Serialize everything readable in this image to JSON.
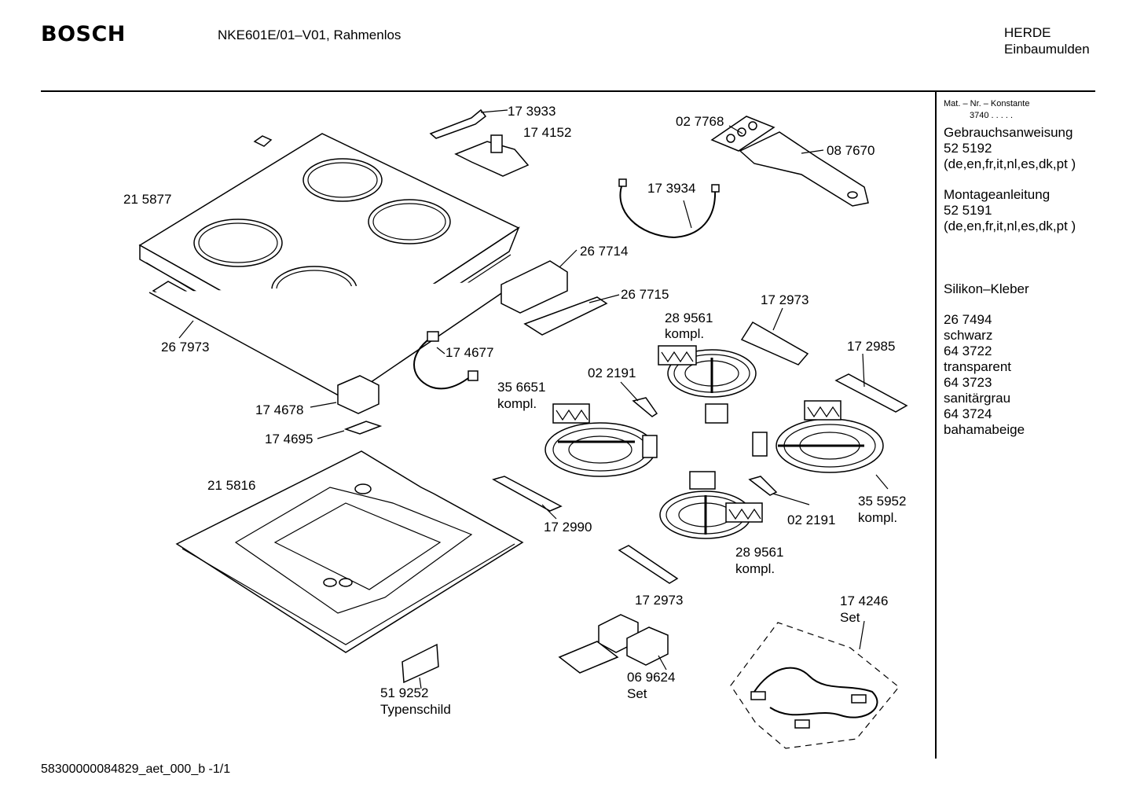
{
  "header": {
    "brand": "BOSCH",
    "model": "NKE601E/01–V01, Rahmenlos",
    "category_line1": "HERDE",
    "category_line2": "Einbaumulden"
  },
  "parts": [
    {
      "id": "p173933",
      "number": "17 3933"
    },
    {
      "id": "p174152",
      "number": "17 4152"
    },
    {
      "id": "p027768",
      "number": "02 7768"
    },
    {
      "id": "p087670",
      "number": "08 7670"
    },
    {
      "id": "p215877",
      "number": "21 5877"
    },
    {
      "id": "p173934",
      "number": "17 3934"
    },
    {
      "id": "p267714",
      "number": "26 7714"
    },
    {
      "id": "p267715",
      "number": "26 7715"
    },
    {
      "id": "p172973a",
      "number": "17 2973"
    },
    {
      "id": "p289561a",
      "number": "28 9561",
      "note": "kompl."
    },
    {
      "id": "p267973",
      "number": "26 7973"
    },
    {
      "id": "p174677",
      "number": "17 4677"
    },
    {
      "id": "p172985",
      "number": "17 2985"
    },
    {
      "id": "p022191a",
      "number": "02 2191"
    },
    {
      "id": "p356651",
      "number": "35 6651",
      "note": "kompl."
    },
    {
      "id": "p174678",
      "number": "17 4678"
    },
    {
      "id": "p174695",
      "number": "17 4695"
    },
    {
      "id": "p215816",
      "number": "21 5816"
    },
    {
      "id": "p355952",
      "number": "35 5952",
      "note": "kompl."
    },
    {
      "id": "p022191b",
      "number": "02 2191"
    },
    {
      "id": "p172990",
      "number": "17 2990"
    },
    {
      "id": "p289561b",
      "number": "28 9561",
      "note": "kompl."
    },
    {
      "id": "p172973b",
      "number": "17 2973"
    },
    {
      "id": "p174246",
      "number": "17 4246",
      "note": "Set"
    },
    {
      "id": "p069624",
      "number": "06 9624",
      "note": "Set"
    },
    {
      "id": "p519252",
      "number": "51 9252",
      "note": "Typenschild"
    }
  ],
  "sidebar": {
    "heading": "Mat. – Nr. – Konstante",
    "constant": "3740  .   .   .   .   .",
    "entries": [
      "Gebrauchsanweisung",
      "52 5192",
      "(de,en,fr,it,nl,es,dk,pt )",
      "Montageanleitung",
      "52 5191",
      "(de,en,fr,it,nl,es,dk,pt )",
      "Silikon–Kleber",
      "26 7494",
      "schwarz",
      "64 3722",
      "transparent",
      "64 3723",
      "sanitärgrau",
      "64 3724",
      "bahamabeige"
    ]
  },
  "footer": {
    "doc_id": "58300000084829_aet_000_b  -1/1"
  }
}
